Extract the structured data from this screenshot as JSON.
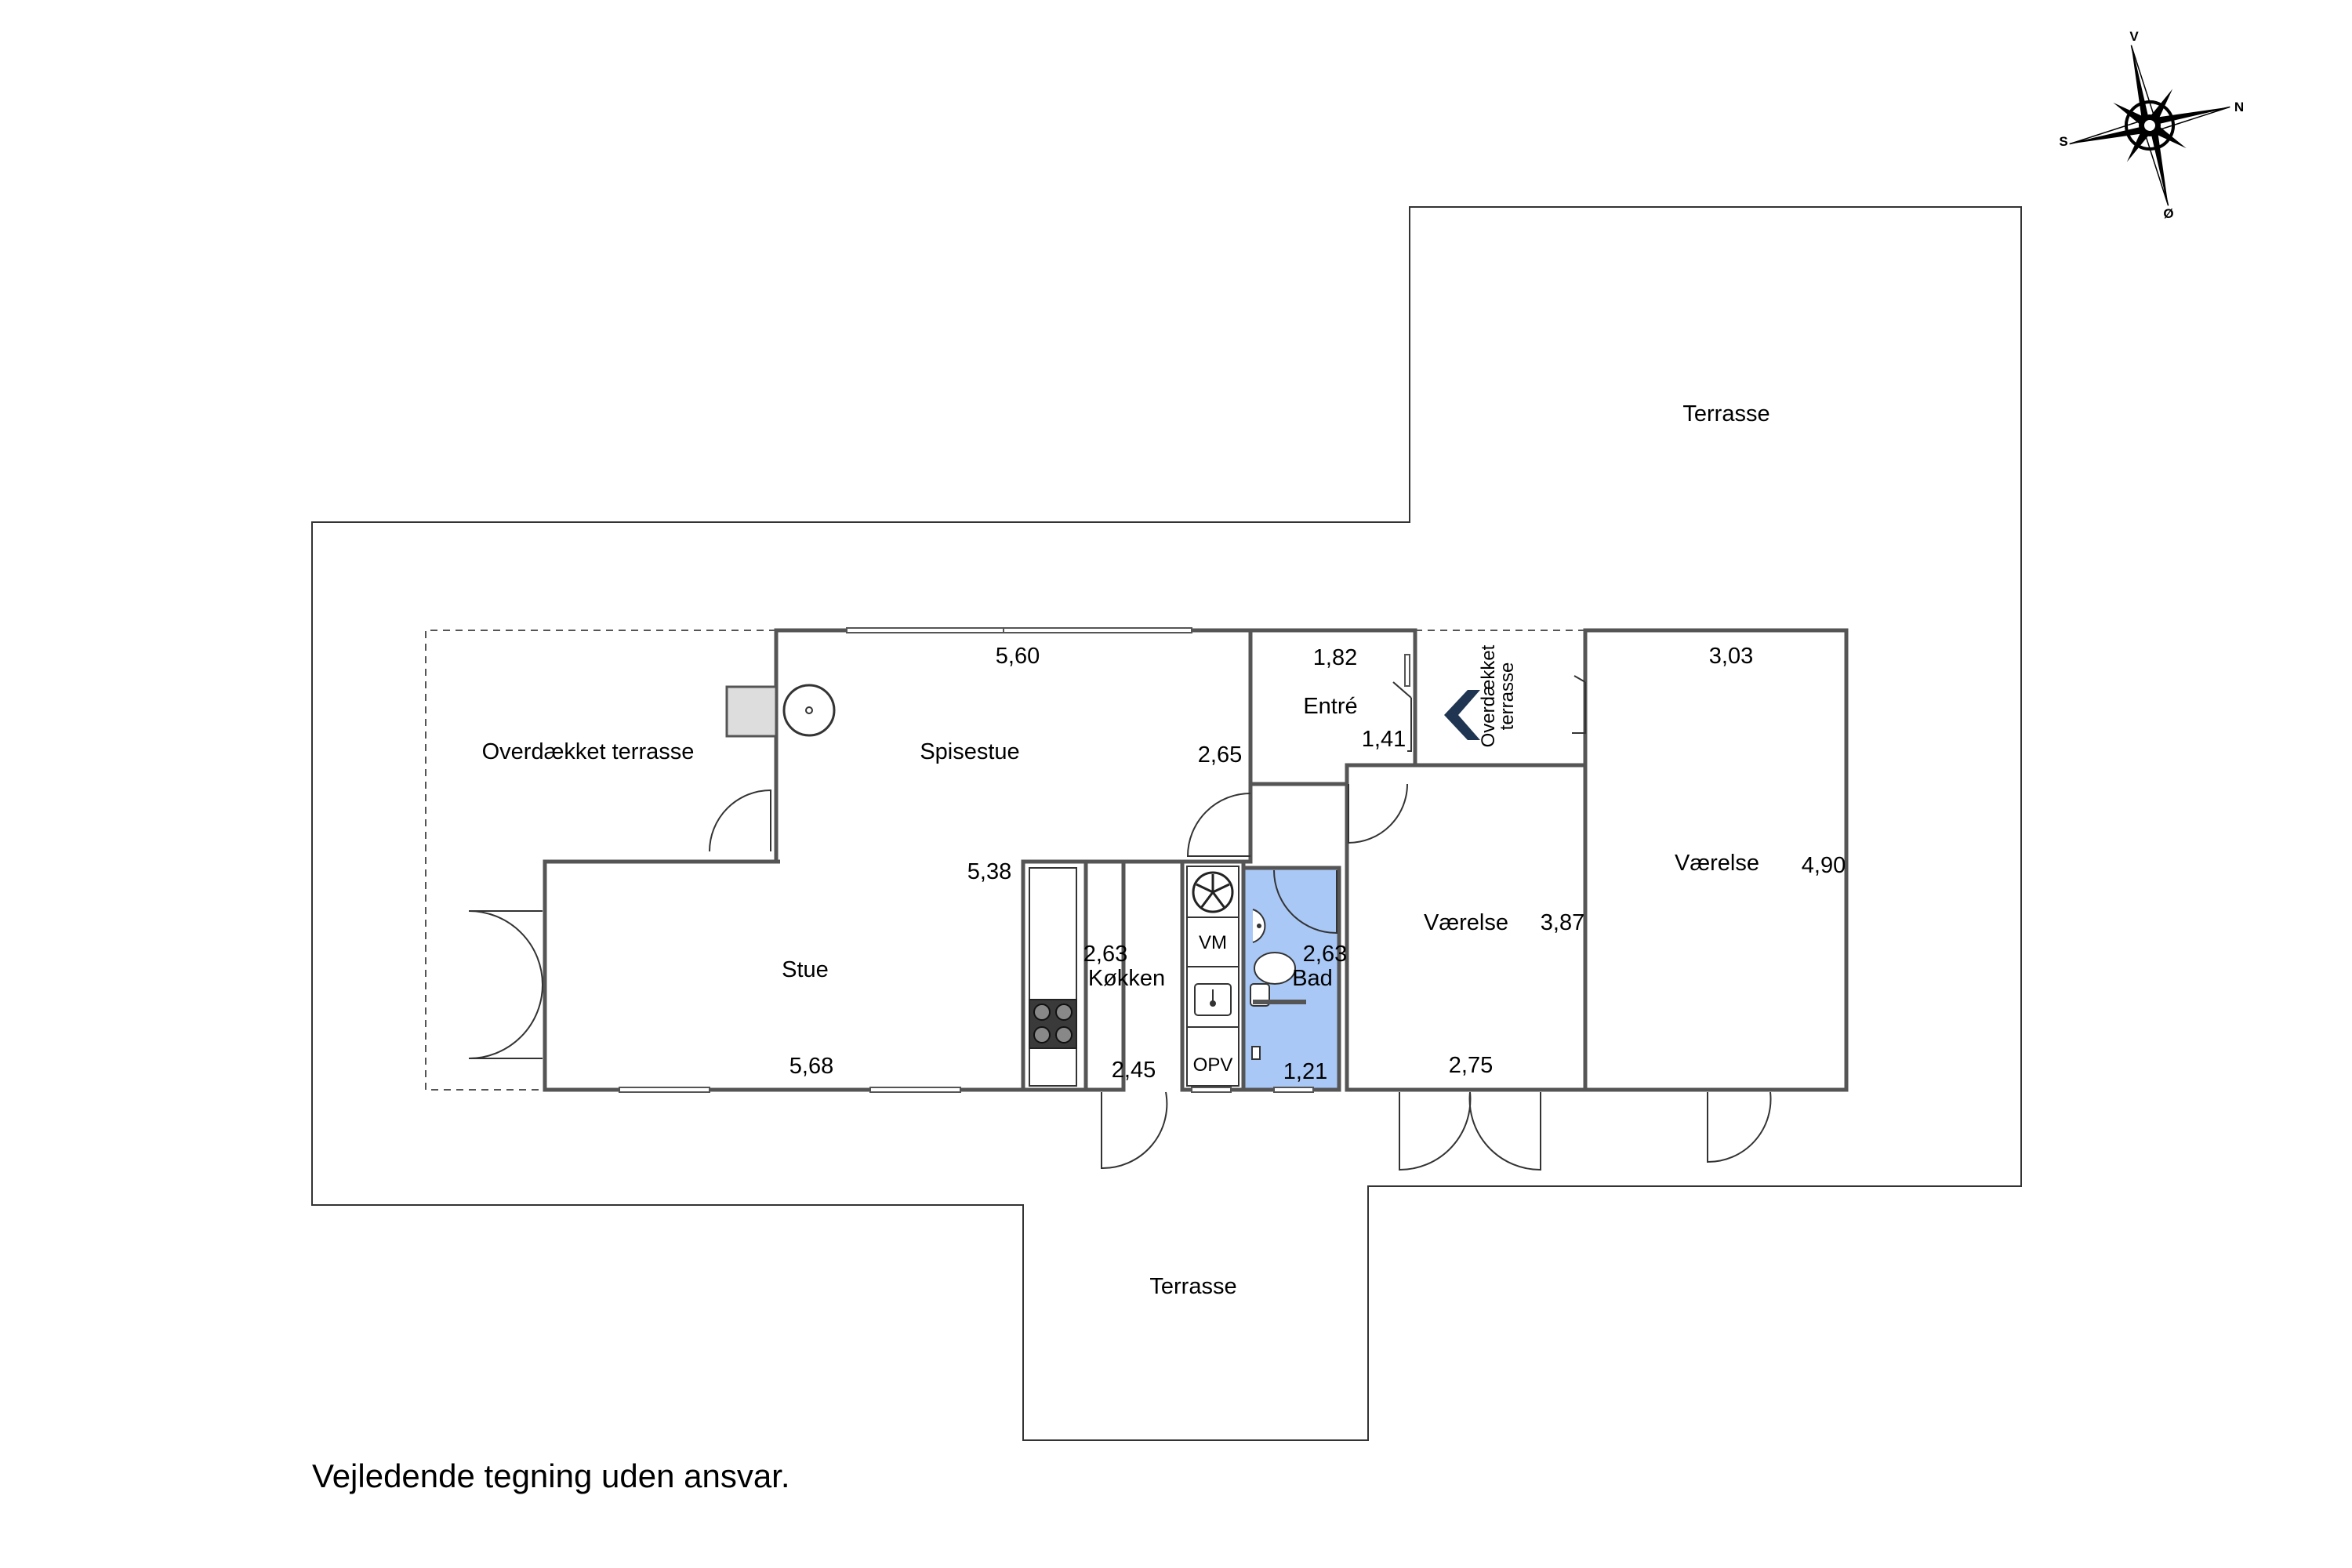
{
  "rooms": {
    "terrasse_top": "Terrasse",
    "terrasse_bottom": "Terrasse",
    "overdaekket_terrasse_left": "Overdækket terrasse",
    "overdaekket_terrasse_entry_line1": "Overdækket",
    "overdaekket_terrasse_entry_line2": "terrasse",
    "spisestue": "Spisestue",
    "stue": "Stue",
    "koekken": "Køkken",
    "entre": "Entré",
    "bad": "Bad",
    "vaerelse_1": "Værelse",
    "vaerelse_2": "Værelse"
  },
  "fixtures": {
    "washing_machine": "VM",
    "storage": "OPV"
  },
  "dimensions": {
    "spisestue_width": "5,60",
    "spisestue_depth": "2,65",
    "stue_depth": "5,38",
    "stue_width": "5,68",
    "koekken_depth": "2,63",
    "koekken_width": "2,45",
    "entre_width": "1,82",
    "entre_depth": "1,41",
    "bad_depth": "2,63",
    "bad_width": "1,21",
    "vaerelse_1_depth": "3,87",
    "vaerelse_1_width": "2,75",
    "vaerelse_2_width": "3,03",
    "vaerelse_2_depth": "4,90"
  },
  "compass": {
    "north": "N",
    "south": "S",
    "west": "V",
    "east": "Ø"
  },
  "disclaimer": "Vejledende tegning uden ansvar.",
  "colors": {
    "bathroom": "#a9c8f5",
    "entry_arrow": "#1f3551",
    "walls": "#555555"
  }
}
